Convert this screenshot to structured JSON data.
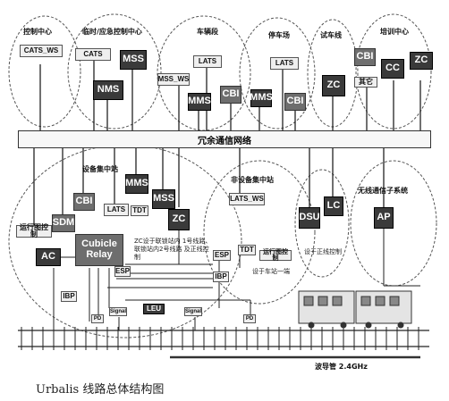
{
  "zones": {
    "control_center": "控制中心",
    "temp_control_center": "临时/应急控制中心",
    "depot": "车辆段",
    "stabling_yard": "停车场",
    "test_track": "试车线",
    "training_center": "培训中心",
    "equipment_station": "设备集中站",
    "non_equipment_station": "非设备集中站",
    "radio_subsystem": "无线通信子系统"
  },
  "network_label": "冗余通信网络",
  "boxes": {
    "cats_ws": "CATS_WS",
    "cats": "CATS",
    "mss": "MSS",
    "nms": "NMS",
    "lats": "LATS",
    "mss_ws": "MSS_WS",
    "mms": "MMS",
    "cbi": "CBI",
    "zc": "ZC",
    "cc": "CC",
    "other": "其它",
    "sdm": "SDM",
    "ac": "AC",
    "cubicle_relay": "Cubicle Relay",
    "lats_ws": "LATS_WS",
    "tdt": "TDT",
    "dsu": "DSU",
    "lc": "LC",
    "ap": "AP",
    "esp": "ESP",
    "ibp": "IBP",
    "leu": "LEU",
    "pd": "PD",
    "signal": "Signal",
    "psd_ctrl": "运行图控制"
  },
  "notes": {
    "zc_note": "ZC设于联锁站内 1号线路、联锁站内2号线路 及正线控制",
    "equip_note": "设于车站一端",
    "dsu_note": "设于正线控制"
  },
  "waveguide": "波导管 2.4GHz",
  "caption": "Urbalis 线路总体结构图"
}
